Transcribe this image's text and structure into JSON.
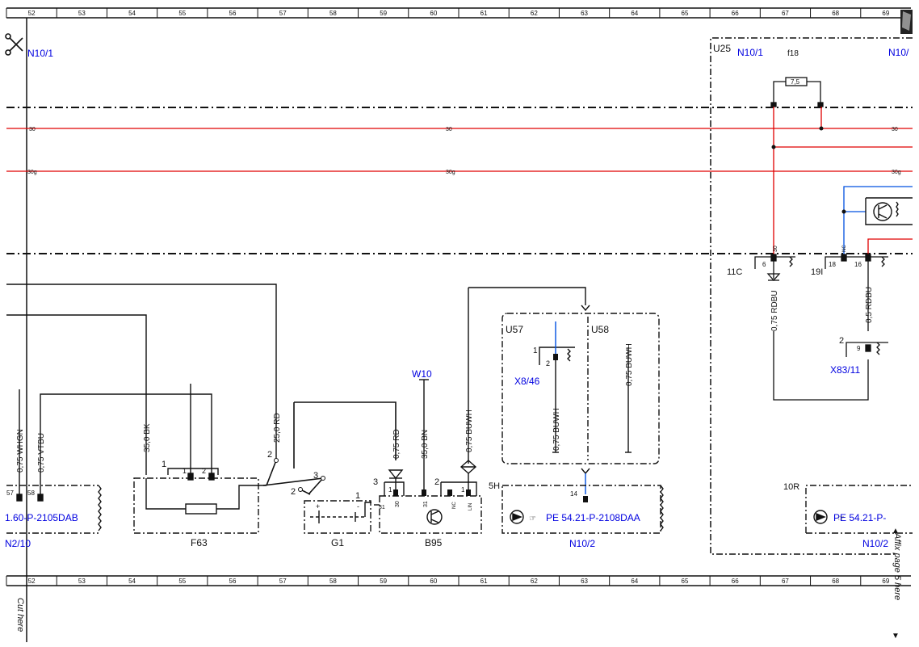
{
  "ruler": {
    "columns": [
      "52",
      "53",
      "54",
      "55",
      "56",
      "57",
      "58",
      "59",
      "60",
      "61",
      "62",
      "63",
      "64",
      "65",
      "66",
      "67",
      "68",
      "69"
    ]
  },
  "margin": {
    "cut_here": "Cut here",
    "affix_note": "Affix page 5 here",
    "affix_arrow": "▲",
    "affix_arrow_bottom": "▼"
  },
  "buses": {
    "bus_30": "30",
    "bus_30g": "30g"
  },
  "top_labels": {
    "n10_1_left": "N10/1",
    "u25": "U25",
    "n10_1_right": "N10/1",
    "n10_edge": "N10/",
    "f18": "f18",
    "fuse_value": "7,5"
  },
  "wires": {
    "w_whgn": "0,75 WHGN",
    "w_vtbu": "0,75 VTBU",
    "w_bk": "35,0 BK",
    "w_rd_25": "25,0 RD",
    "w_rd_075": "0,75 RD",
    "w_bn": "35,0 BN",
    "w_buwh": "0,75 BUWH",
    "w_buwh_x846": "0,75 BUWH",
    "w_buwh_u58": "0,75 BUWH",
    "w_rdbu_left": "0,75 RDBU",
    "w_rdbu_right": "0,5 RDBU"
  },
  "components": {
    "f63": "F63",
    "g1": "G1",
    "b95": "B95",
    "w10": "W10",
    "u57": "U57",
    "u58": "U58",
    "x8_46": "X8/46",
    "x83_11": "X83/11",
    "n10_2_left": "N2/10",
    "n10_2_mid": "N10/2",
    "n10_2_right": "N10/2"
  },
  "connectors": {
    "c11c": "11C",
    "c19i": "19I",
    "c5h": "5H",
    "c10r": "10R"
  },
  "references": {
    "pe_left": "1.60-P-2105DAB",
    "pe_mid": "PE 54.21-P-2108DAA",
    "pe_right": "PE 54.21-P-"
  },
  "pins": {
    "p57": "57",
    "p58": "58",
    "p1": "1",
    "p2": "2",
    "p3": "3",
    "p6": "6",
    "p9": "9",
    "p14": "14",
    "p16": "16",
    "p18": "18",
    "p30": "30",
    "p31": "31",
    "nc": "NC",
    "lin": "LIN",
    "plus": "+",
    "minus": "-"
  },
  "colors": {
    "wire": "#111111",
    "bus_red": "#e00000",
    "signal_blue": "#0050e0",
    "label_blue": "#0000e0"
  }
}
